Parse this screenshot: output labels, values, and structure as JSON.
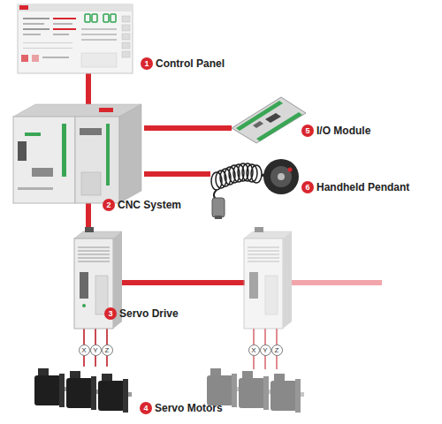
{
  "diagram": {
    "nodes": [
      {
        "text": [
          "Control Panel"
        ]
      },
      {
        "text": [
          "CNC System"
        ]
      },
      {
        "text": [
          "Servo Drive"
        ]
      },
      {
        "text": [
          "Servo Motors"
        ]
      },
      {
        "text": [
          "I/O Module"
        ]
      },
      {
        "text": [
          "Handheld Pendant"
        ]
      }
    ],
    "edges": [
      {
        "from": 1,
        "to": 0,
        "arrow": "none"
      },
      {
        "from": 1,
        "to": 4,
        "arrow": "none"
      },
      {
        "from": 1,
        "to": 5,
        "arrow": "none"
      },
      {
        "from": 1,
        "to": 2,
        "arrow": "none"
      },
      {
        "from": 2,
        "to": 3,
        "label": "X",
        "arrow": "none"
      },
      {
        "from": 2,
        "to": 3,
        "label": "Y",
        "arrow": "none"
      },
      {
        "from": 2,
        "to": 3,
        "label": "Z",
        "arrow": "none"
      }
    ],
    "labels": [
      "1",
      "2",
      "3",
      "4",
      "5",
      "6",
      "X",
      "Y",
      "Z"
    ]
  }
}
